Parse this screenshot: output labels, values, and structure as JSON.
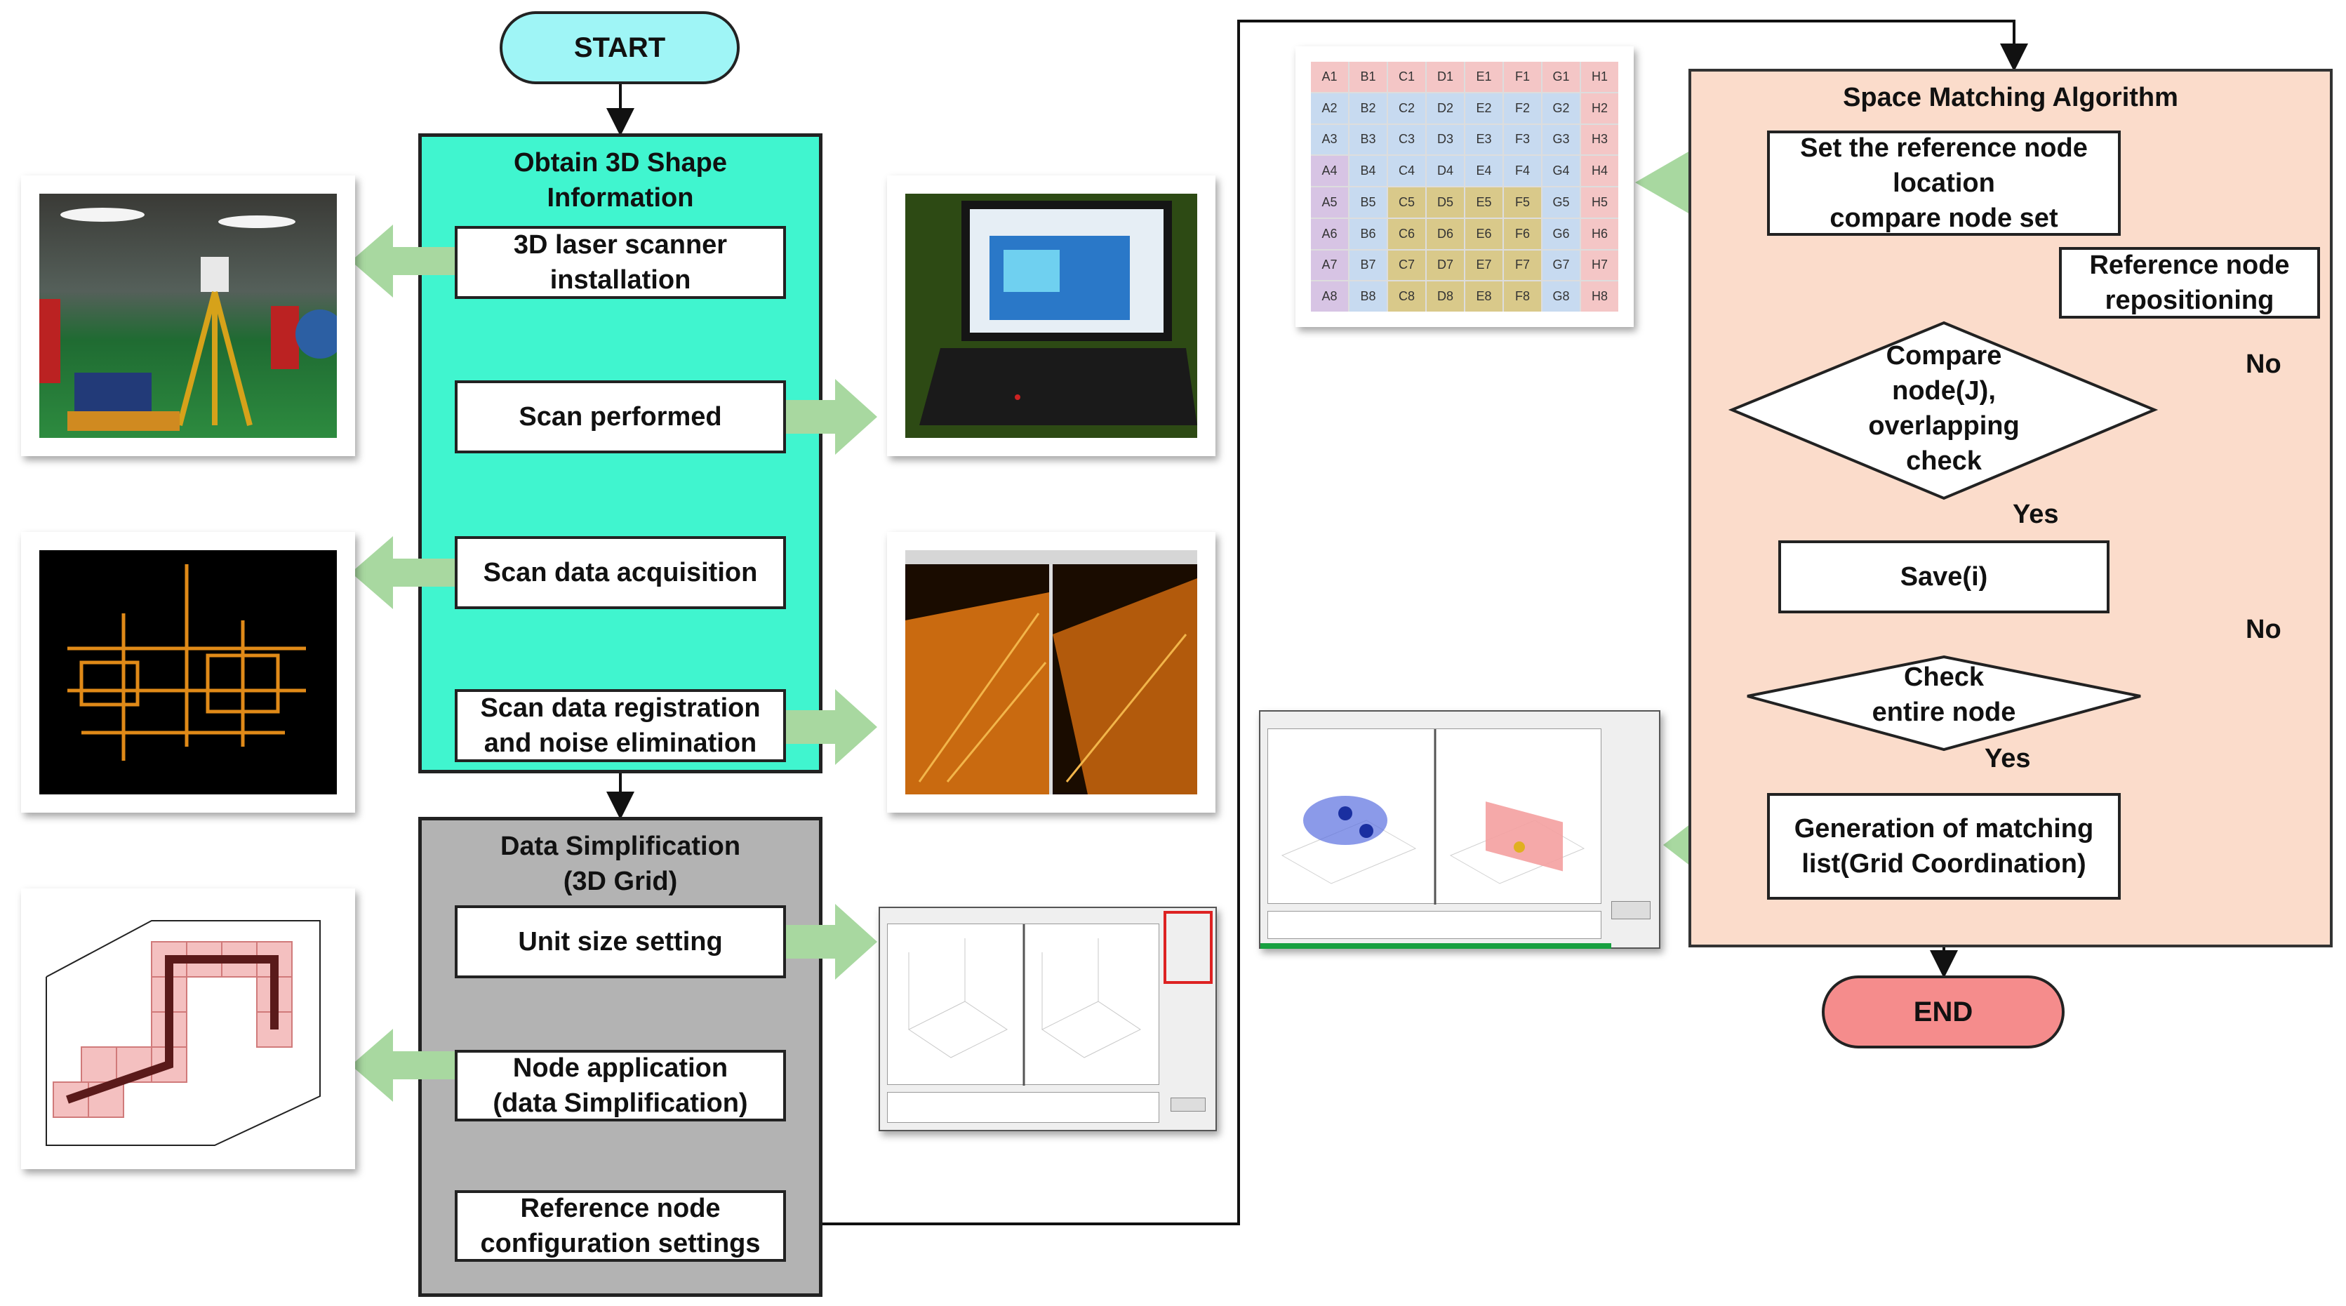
{
  "start_label": "START",
  "end_label": "END",
  "left": {
    "obtain_panel": {
      "title": "Obtain 3D Shape\nInformation",
      "steps": [
        "3D laser scanner\ninstallation",
        "Scan performed",
        "Scan data acquisition",
        "Scan data registration\nand noise elimination"
      ]
    },
    "simplify_panel": {
      "title": "Data Simplification\n(3D Grid)",
      "steps": [
        "Unit size setting",
        "Node application\n(data Simplification)",
        "Reference node\nconfiguration settings"
      ]
    }
  },
  "right": {
    "panel_title": "Space Matching Algorithm",
    "set_reference": "Set the reference node\nlocation\ncompare node set",
    "repositioning": "Reference node\nrepositioning",
    "compare_decision": "Compare\nnode(J),\noverlapping\ncheck",
    "save": "Save(i)",
    "check_decision": "Check\nentire node",
    "generation": "Generation of matching\nlist(Grid Coordination)",
    "yes_label": "Yes",
    "no_label": "No"
  },
  "grid_labels": {
    "rows": [
      [
        "A1",
        "B1",
        "C1",
        "D1",
        "E1",
        "F1",
        "G1",
        "H1"
      ],
      [
        "A2",
        "B2",
        "C2",
        "D2",
        "E2",
        "F2",
        "G2",
        "H2"
      ],
      [
        "A3",
        "B3",
        "C3",
        "D3",
        "E3",
        "F3",
        "G3",
        "H3"
      ],
      [
        "A4",
        "B4",
        "C4",
        "D4",
        "E4",
        "F4",
        "G4",
        "H4"
      ],
      [
        "A5",
        "B5",
        "C5",
        "D5",
        "E5",
        "F5",
        "G5",
        "H5"
      ],
      [
        "A6",
        "B6",
        "C6",
        "D6",
        "E6",
        "F6",
        "G6",
        "H6"
      ],
      [
        "A7",
        "B7",
        "C7",
        "D7",
        "E7",
        "F7",
        "G7",
        "H7"
      ],
      [
        "A8",
        "B8",
        "C8",
        "D8",
        "E8",
        "F8",
        "G8",
        "H8"
      ]
    ]
  },
  "colors": {
    "start_fill": "#9ff5f6",
    "end_fill": "#f58c8c",
    "obtain_fill": "#40f5cf",
    "simplify_fill": "#b3b3b3",
    "algorithm_fill": "#fbdccb",
    "arrow_green": "#a8d8a0"
  },
  "icons": {
    "green_arrow": "block-arrow-icon",
    "connector": "line-arrow-icon"
  }
}
